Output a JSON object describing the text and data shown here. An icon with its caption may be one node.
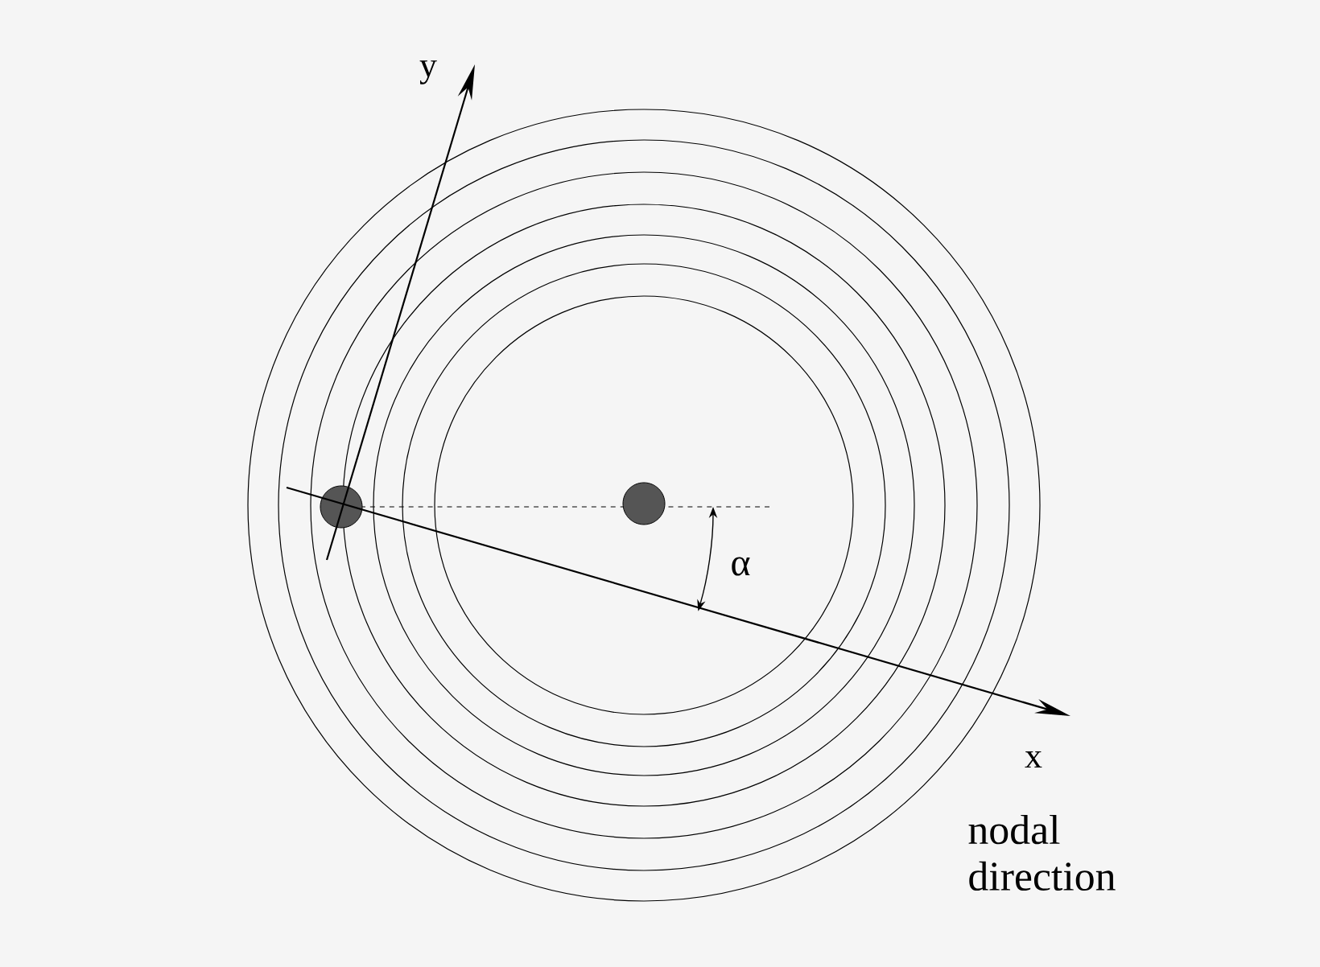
{
  "diagram": {
    "labels": [
      "y",
      "α",
      "x",
      "nodal direction"
    ]
  }
}
